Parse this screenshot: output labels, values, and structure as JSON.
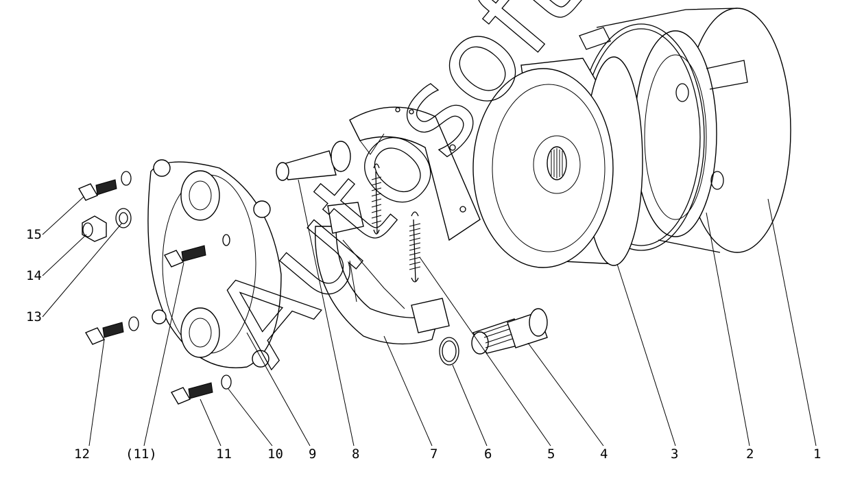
{
  "watermark": "Autosoft",
  "part_labels": [
    {
      "id": "15",
      "text": "15"
    },
    {
      "id": "14",
      "text": "14"
    },
    {
      "id": "13",
      "text": "13"
    },
    {
      "id": "12",
      "text": "12"
    },
    {
      "id": "11b",
      "text": "(11)"
    },
    {
      "id": "11",
      "text": "11"
    },
    {
      "id": "10",
      "text": "10"
    },
    {
      "id": "9",
      "text": "9"
    },
    {
      "id": "8",
      "text": "8"
    },
    {
      "id": "7",
      "text": "7"
    },
    {
      "id": "6",
      "text": "6"
    },
    {
      "id": "5",
      "text": "5"
    },
    {
      "id": "4",
      "text": "4"
    },
    {
      "id": "3",
      "text": "3"
    },
    {
      "id": "2",
      "text": "2"
    },
    {
      "id": "1",
      "text": "1"
    }
  ]
}
